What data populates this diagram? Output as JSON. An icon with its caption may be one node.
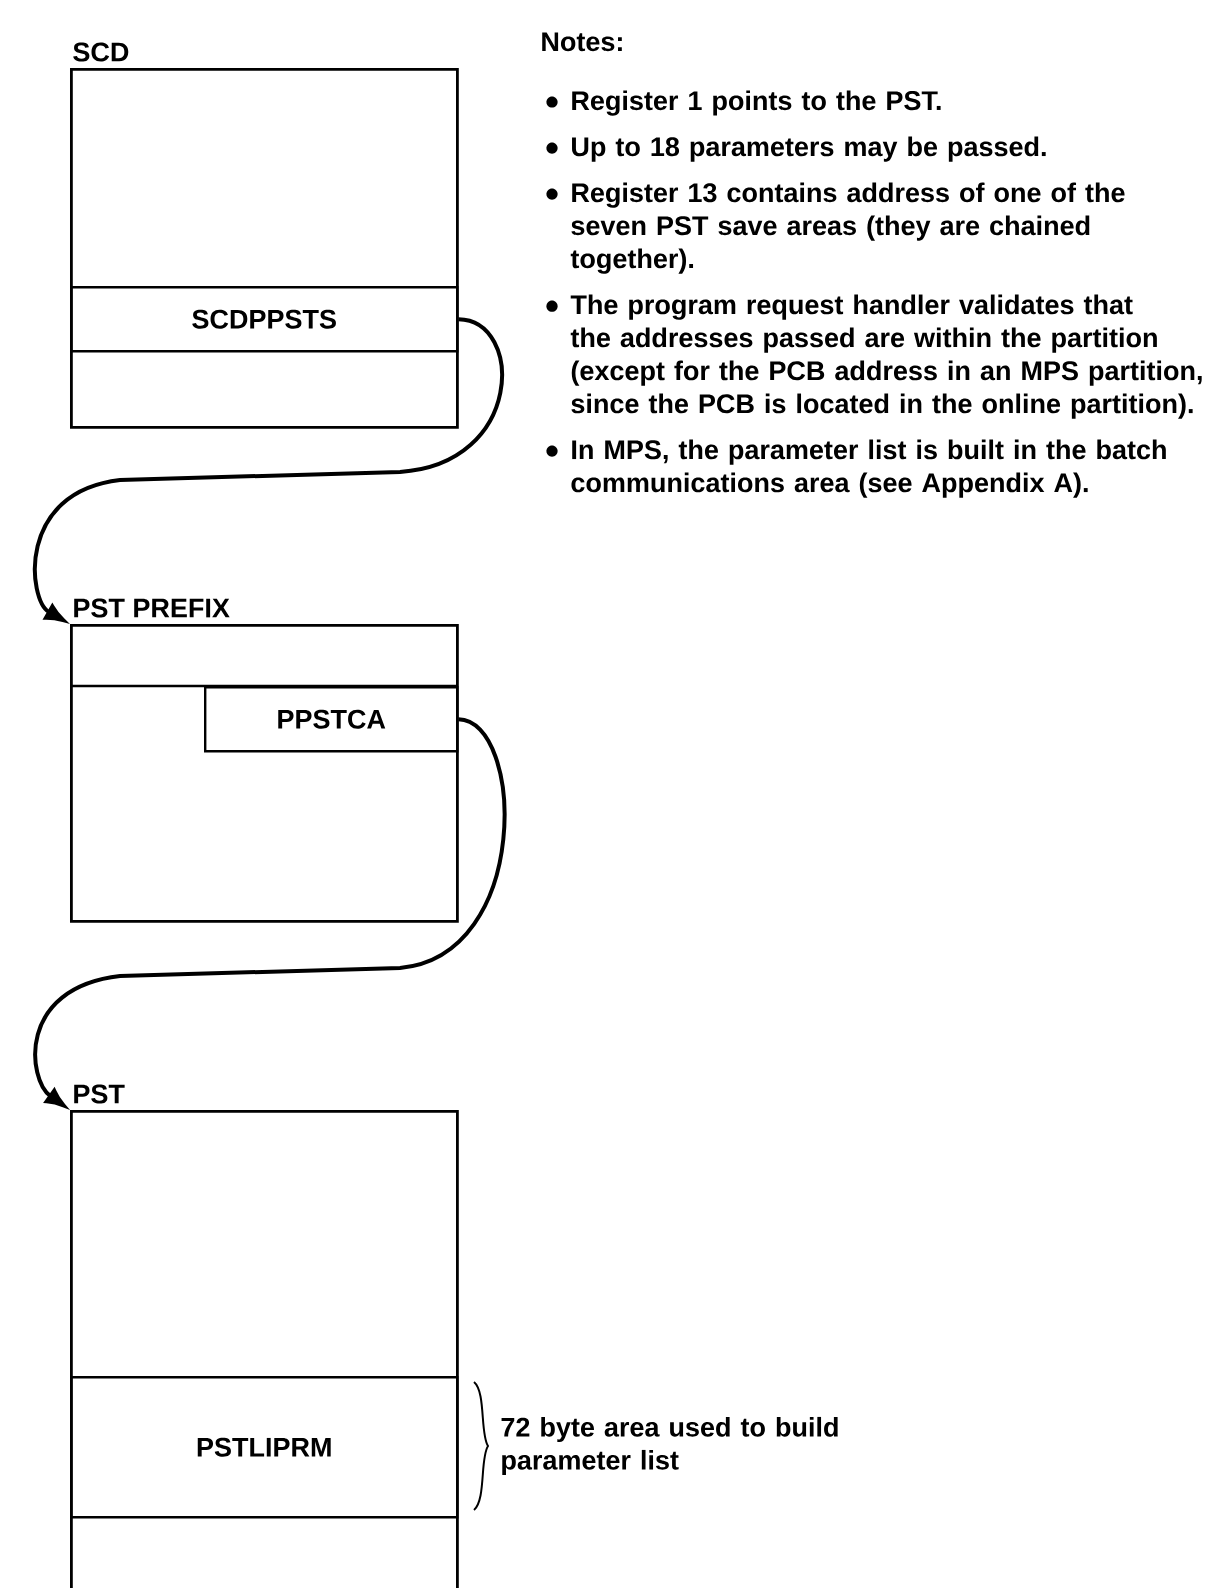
{
  "diagram": {
    "nodes": [
      {
        "text": [
          "SCD"
        ]
      },
      {
        "text": [
          "SCDPPSTS"
        ],
        "in": 0
      },
      {
        "text": [
          "PST PREFIX"
        ]
      },
      {
        "text": [
          "PPSTCA"
        ],
        "in": 2
      },
      {
        "text": [
          "PST"
        ]
      },
      {
        "text": [
          "PSTLIPRM"
        ],
        "in": 4,
        "beside": [
          "72 byte area used to build parameter list"
        ]
      }
    ],
    "edges": [
      {
        "from": 1,
        "to": 2,
        "arrow": "to"
      },
      {
        "from": 3,
        "to": 4,
        "arrow": "to"
      }
    ],
    "labels": [
      "Notes:",
      "Register 1 points to the PST.",
      "Up to 18 parameters may be passed.",
      "Register 13 contains address of one of the seven PST save areas (they are chained together).",
      "The program request handler validates that the addresses passed are within the partition (except for the PCB address in an MPS partition, since the PCB is located in the online partition).",
      "In MPS, the parameter list is built in the batch communications area (see Appendix A)."
    ]
  }
}
